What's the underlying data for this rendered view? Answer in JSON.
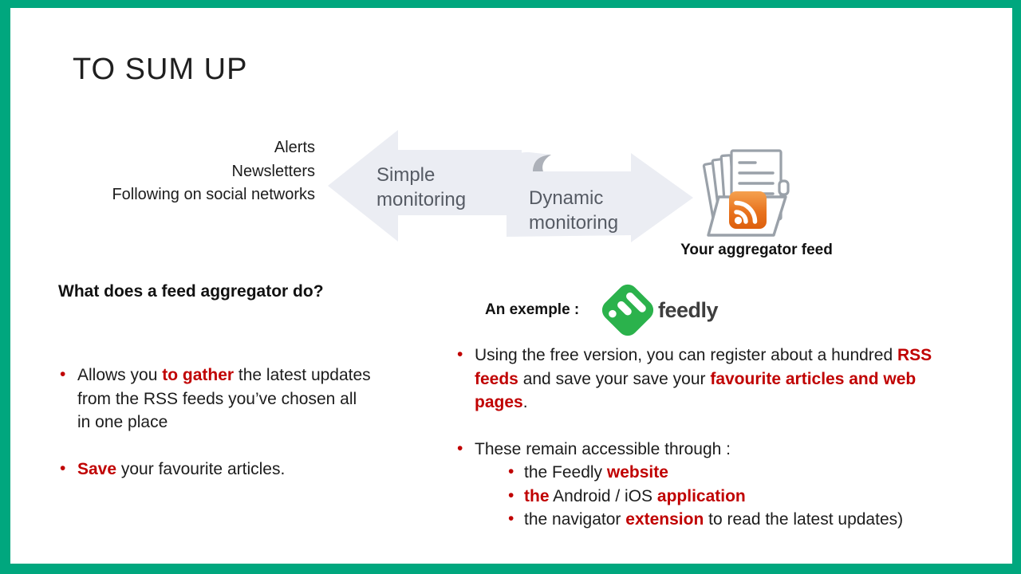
{
  "title": "TO SUM UP",
  "colors": {
    "frame_green": "#00A77E",
    "accent_red": "#C00000",
    "arrow_fill": "#EBEDF3",
    "arrow_curl": "#ADB1B9",
    "arrow_text": "#565B64",
    "icon_gray": "#9AA1A9",
    "feedly_green": "#2BB24C",
    "rss_orange_top": "#F5A14F",
    "rss_orange_bottom": "#DD5F0D"
  },
  "icons": {
    "aggregator": "folder-rss-feed-icon",
    "rss_badge": "rss-icon",
    "feedly": "feedly-logo-icon",
    "simple_arrow": "left-arrow-shape",
    "dynamic_arrow": "right-arrow-ribbon-shape"
  },
  "diagram": {
    "sources": [
      "Alerts",
      "Newsletters",
      "Following on social networks"
    ],
    "simple_arrow_label": "Simple monitoring",
    "dynamic_arrow_label": "Dynamic monitoring",
    "aggregator_caption": "Your aggregator feed"
  },
  "left_column": {
    "heading": "What does a feed aggregator do?",
    "bullets": [
      {
        "runs": [
          {
            "t": "Allows you "
          },
          {
            "t": "to gather",
            "red": true
          },
          {
            "t": " the latest updates from the RSS feeds you’ve chosen all in one place"
          }
        ]
      },
      {
        "runs": [
          {
            "t": "Save",
            "red": true
          },
          {
            "t": " your favourite articles."
          }
        ]
      }
    ]
  },
  "right_column": {
    "example_label": "An exemple :",
    "feedly_wordmark": "feedly",
    "bullets": [
      {
        "runs": [
          {
            "t": "Using the free version, you can register about a hundred "
          },
          {
            "t": "RSS feeds",
            "red": true
          },
          {
            "t": " and save your save your "
          },
          {
            "t": "favourite articles and web pages",
            "red": true
          },
          {
            "t": "."
          }
        ]
      },
      {
        "runs": [
          {
            "t": "These remain accessible through :"
          }
        ],
        "sub": [
          {
            "runs": [
              {
                "t": "the Feedly "
              },
              {
                "t": "website",
                "red": true
              }
            ]
          },
          {
            "runs": [
              {
                "t": "the",
                "red": true
              },
              {
                "t": " Android / iOS "
              },
              {
                "t": "application",
                "red": true
              }
            ]
          },
          {
            "runs": [
              {
                "t": "the navigator "
              },
              {
                "t": "extension",
                "red": true
              },
              {
                "t": " to read the latest updates)"
              }
            ]
          }
        ]
      }
    ]
  }
}
